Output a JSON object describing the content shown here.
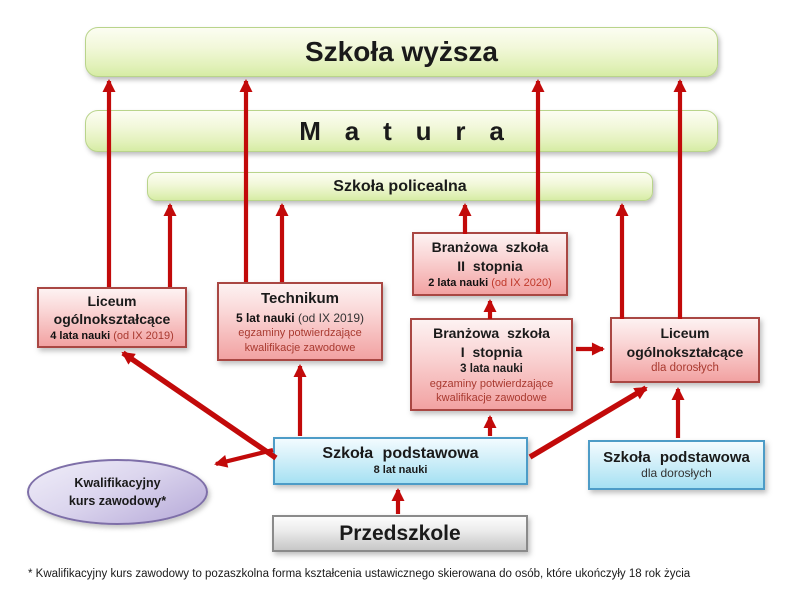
{
  "boxes": {
    "szkola_wyzsza": {
      "title": "Szkoła wyższa"
    },
    "matura": {
      "title": "M a t u r a"
    },
    "szkola_policealna": {
      "title": "Szkoła policealna"
    },
    "branzowa_2": {
      "line1": "Branżowa szkoła",
      "line2": "II stopnia",
      "duration": "2 lata nauki",
      "since": "(od IX 2020)"
    },
    "liceum": {
      "line1": "Liceum",
      "line2": "ogólnokształcące",
      "duration": "4 lata nauki",
      "since": "(od IX 2019)"
    },
    "technikum": {
      "line1": "Technikum",
      "duration": "5 lat nauki",
      "since": "(od IX 2019)",
      "exams1": "egzaminy potwierdzające",
      "exams2": "kwalifikacje zawodowe"
    },
    "branzowa_1": {
      "line1": "Branżowa szkoła",
      "line2": "I stopnia",
      "duration": "3 lata nauki",
      "exams1": "egzaminy potwierdzające",
      "exams2": "kwalifikacje zawodowe"
    },
    "liceum_dorosli": {
      "line1": "Liceum",
      "line2": "ogólnokształcące",
      "sub": "dla dorosłych"
    },
    "podstawowa": {
      "line1": "Szkoła podstawowa",
      "sub": "8 lat nauki"
    },
    "podstawowa_dorosli": {
      "line1": "Szkoła podstawowa",
      "sub": "dla dorosłych"
    },
    "przedszkole": {
      "title": "Przedszkole"
    },
    "kurs_zawodowy": {
      "line1": "Kwalifikacyjny",
      "line2": "kurs zawodowy*"
    }
  },
  "footnote": "* Kwalifikacyjny kurs zawodowy to pozaszkolna forma kształcenia ustawicznego skierowana do osób, które ukończyły 18 rok życia",
  "colors": {
    "arrow": "#c20a0a",
    "green_box_fill": "#e2f1ba",
    "pink_box_fill": "#f2a2a2",
    "blue_box_fill": "#a6e1f3",
    "gray_box_fill": "#c7c7c7",
    "ellipse_fill": "#b5a8d8",
    "red_text": "#a93a30"
  },
  "connections": [
    {
      "from": "liceum",
      "to": "szkola_wyzsza"
    },
    {
      "from": "liceum",
      "to": "szkola_policealna"
    },
    {
      "from": "technikum",
      "to": "szkola_wyzsza"
    },
    {
      "from": "technikum",
      "to": "szkola_policealna"
    },
    {
      "from": "branzowa_2",
      "to": "szkola_policealna"
    },
    {
      "from": "branzowa_2",
      "to": "szkola_wyzsza"
    },
    {
      "from": "liceum_dorosli",
      "to": "szkola_policealna"
    },
    {
      "from": "liceum_dorosli",
      "to": "szkola_wyzsza"
    },
    {
      "from": "branzowa_1",
      "to": "branzowa_2"
    },
    {
      "from": "branzowa_1",
      "to": "liceum_dorosli"
    },
    {
      "from": "podstawowa",
      "to": "liceum"
    },
    {
      "from": "podstawowa",
      "to": "technikum"
    },
    {
      "from": "podstawowa",
      "to": "branzowa_1"
    },
    {
      "from": "podstawowa",
      "to": "liceum_dorosli"
    },
    {
      "from": "podstawowa",
      "to": "kurs_zawodowy"
    },
    {
      "from": "podstawowa_dorosli",
      "to": "liceum_dorosli"
    },
    {
      "from": "przedszkole",
      "to": "podstawowa"
    }
  ]
}
